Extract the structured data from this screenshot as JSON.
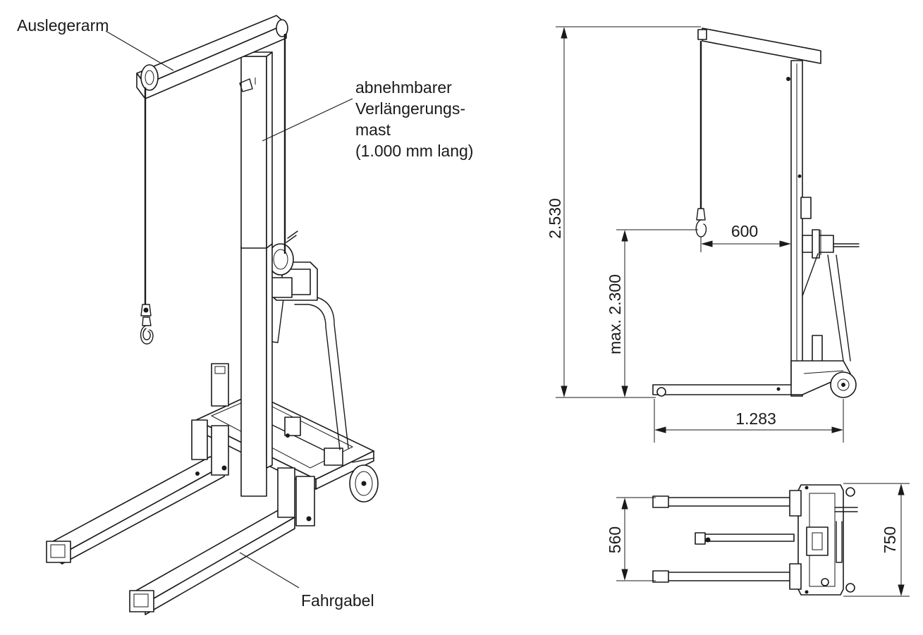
{
  "labels": {
    "boom": "Auslegerarm",
    "mast_line1": "abnehmbarer",
    "mast_line2": "Verlängerungs-",
    "mast_line3": "mast",
    "mast_line4": "(1.000 mm lang)",
    "fork": "Fahrgabel"
  },
  "dimensions": {
    "total_height": "2.530",
    "max_height": "max. 2.300",
    "boom_reach": "600",
    "length": "1.283",
    "fork_spacing": "560",
    "width": "750"
  }
}
